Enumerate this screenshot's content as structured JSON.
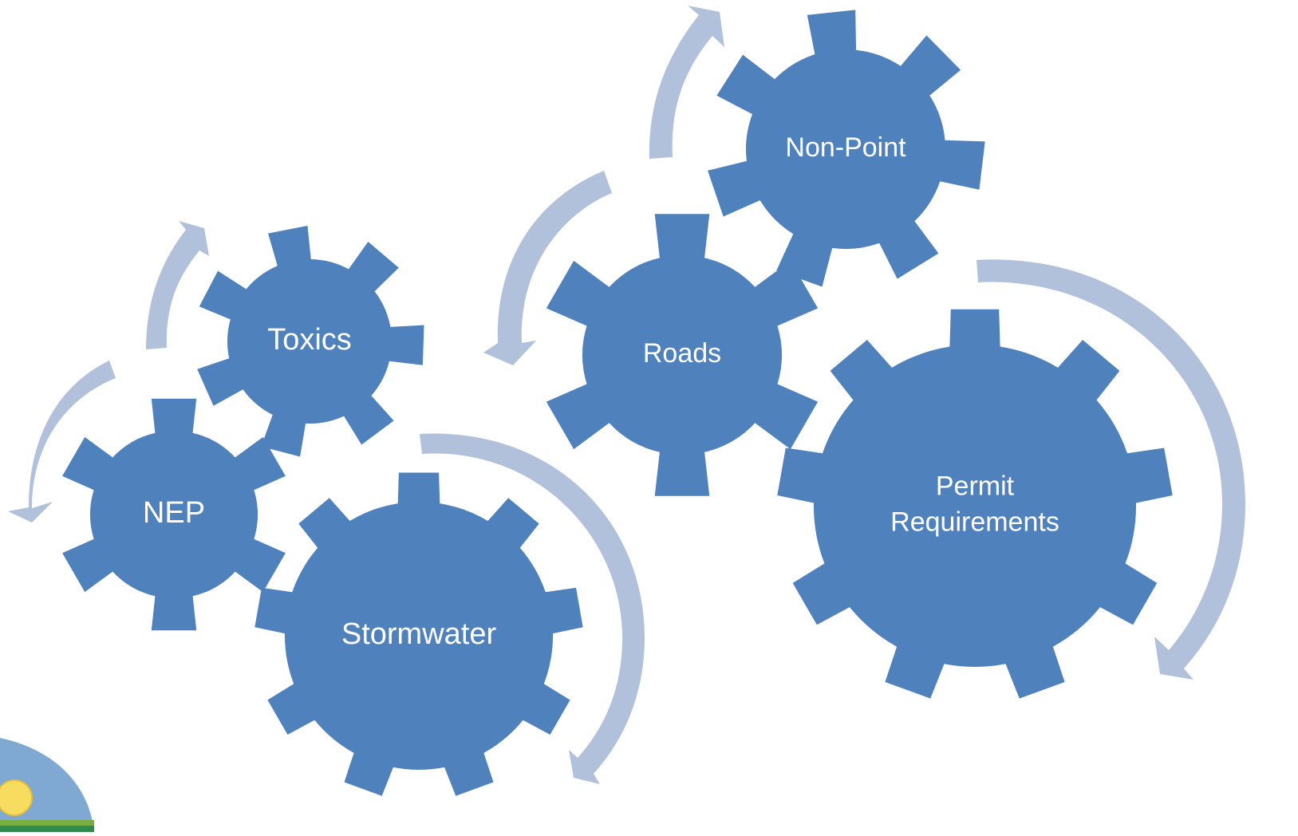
{
  "diagram": {
    "colors": {
      "gear": "#4f81bd",
      "arrow": "#b1c1dc",
      "label": "#ffffff",
      "background": "#ffffff"
    },
    "gears": [
      {
        "id": "toxics",
        "label_lines": [
          "Toxics"
        ]
      },
      {
        "id": "nep",
        "label_lines": [
          "NEP"
        ]
      },
      {
        "id": "stormwater",
        "label_lines": [
          "Stormwater"
        ]
      },
      {
        "id": "roads",
        "label_lines": [
          "Roads"
        ]
      },
      {
        "id": "non-point",
        "label_lines": [
          "Non-Point"
        ]
      },
      {
        "id": "permit-requirements",
        "label_lines": [
          "Permit",
          "Requirements"
        ]
      }
    ],
    "logo": {
      "icon": "sun-over-hill-logo-icon"
    }
  }
}
